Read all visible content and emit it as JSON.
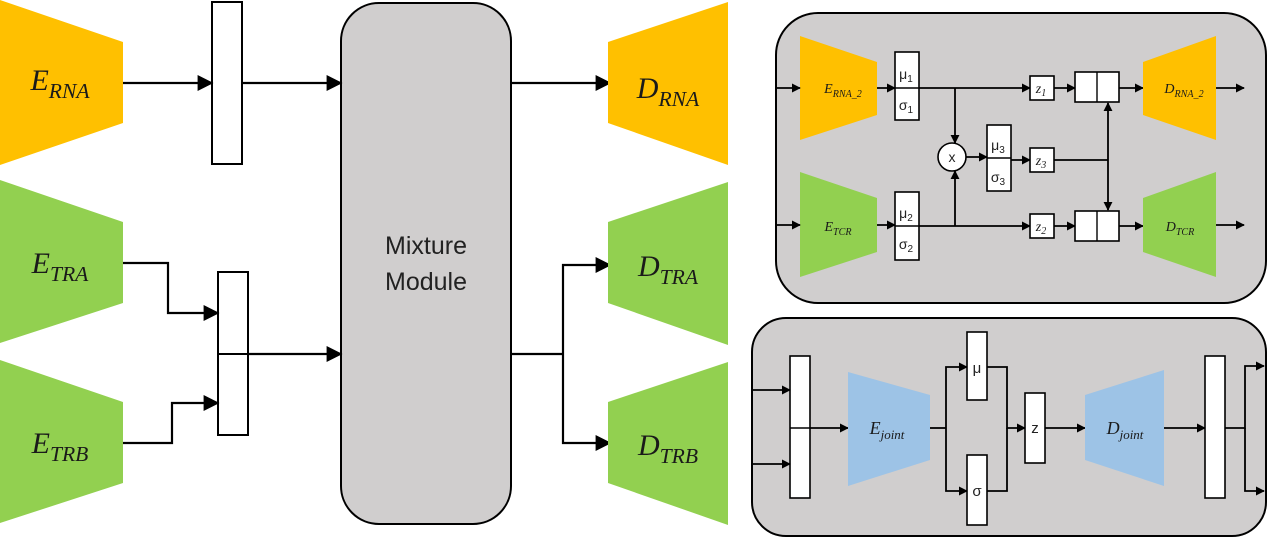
{
  "colors": {
    "rna": "#FFC000",
    "tcr": "#92D050",
    "joint": "#9DC3E6",
    "panel": "#D0CECE",
    "mixture": "#D0CECE"
  },
  "left": {
    "encoders": [
      {
        "base": "E",
        "sub": "RNA"
      },
      {
        "base": "E",
        "sub": "TRA"
      },
      {
        "base": "E",
        "sub": "TRB"
      }
    ],
    "decoders": [
      {
        "base": "D",
        "sub": "RNA"
      },
      {
        "base": "D",
        "sub": "TRA"
      },
      {
        "base": "D",
        "sub": "TRB"
      }
    ],
    "mixture_module": [
      "Mixture",
      "Module"
    ]
  },
  "top_right": {
    "encoder_rna": {
      "base": "E",
      "sub": "RNA_2"
    },
    "encoder_tcr": {
      "base": "E",
      "sub": "TCR"
    },
    "decoder_rna": {
      "base": "D",
      "sub": "RNA_2"
    },
    "decoder_tcr": {
      "base": "D",
      "sub": "TCR"
    },
    "mu1": {
      "base": "μ",
      "sub": "1"
    },
    "sigma1": {
      "base": "σ",
      "sub": "1"
    },
    "mu2": {
      "base": "μ",
      "sub": "2"
    },
    "sigma2": {
      "base": "σ",
      "sub": "2"
    },
    "mu3": {
      "base": "μ",
      "sub": "3"
    },
    "sigma3": {
      "base": "σ",
      "sub": "3"
    },
    "z1": {
      "base": "z",
      "sub": "1"
    },
    "z2": {
      "base": "z",
      "sub": "2"
    },
    "z3": {
      "base": "z",
      "sub": "3"
    },
    "product": "x"
  },
  "bottom_right": {
    "encoder_joint": {
      "base": "E",
      "sub": "joint"
    },
    "decoder_joint": {
      "base": "D",
      "sub": "joint"
    },
    "mu": "μ",
    "sigma": "σ",
    "z": "z"
  }
}
